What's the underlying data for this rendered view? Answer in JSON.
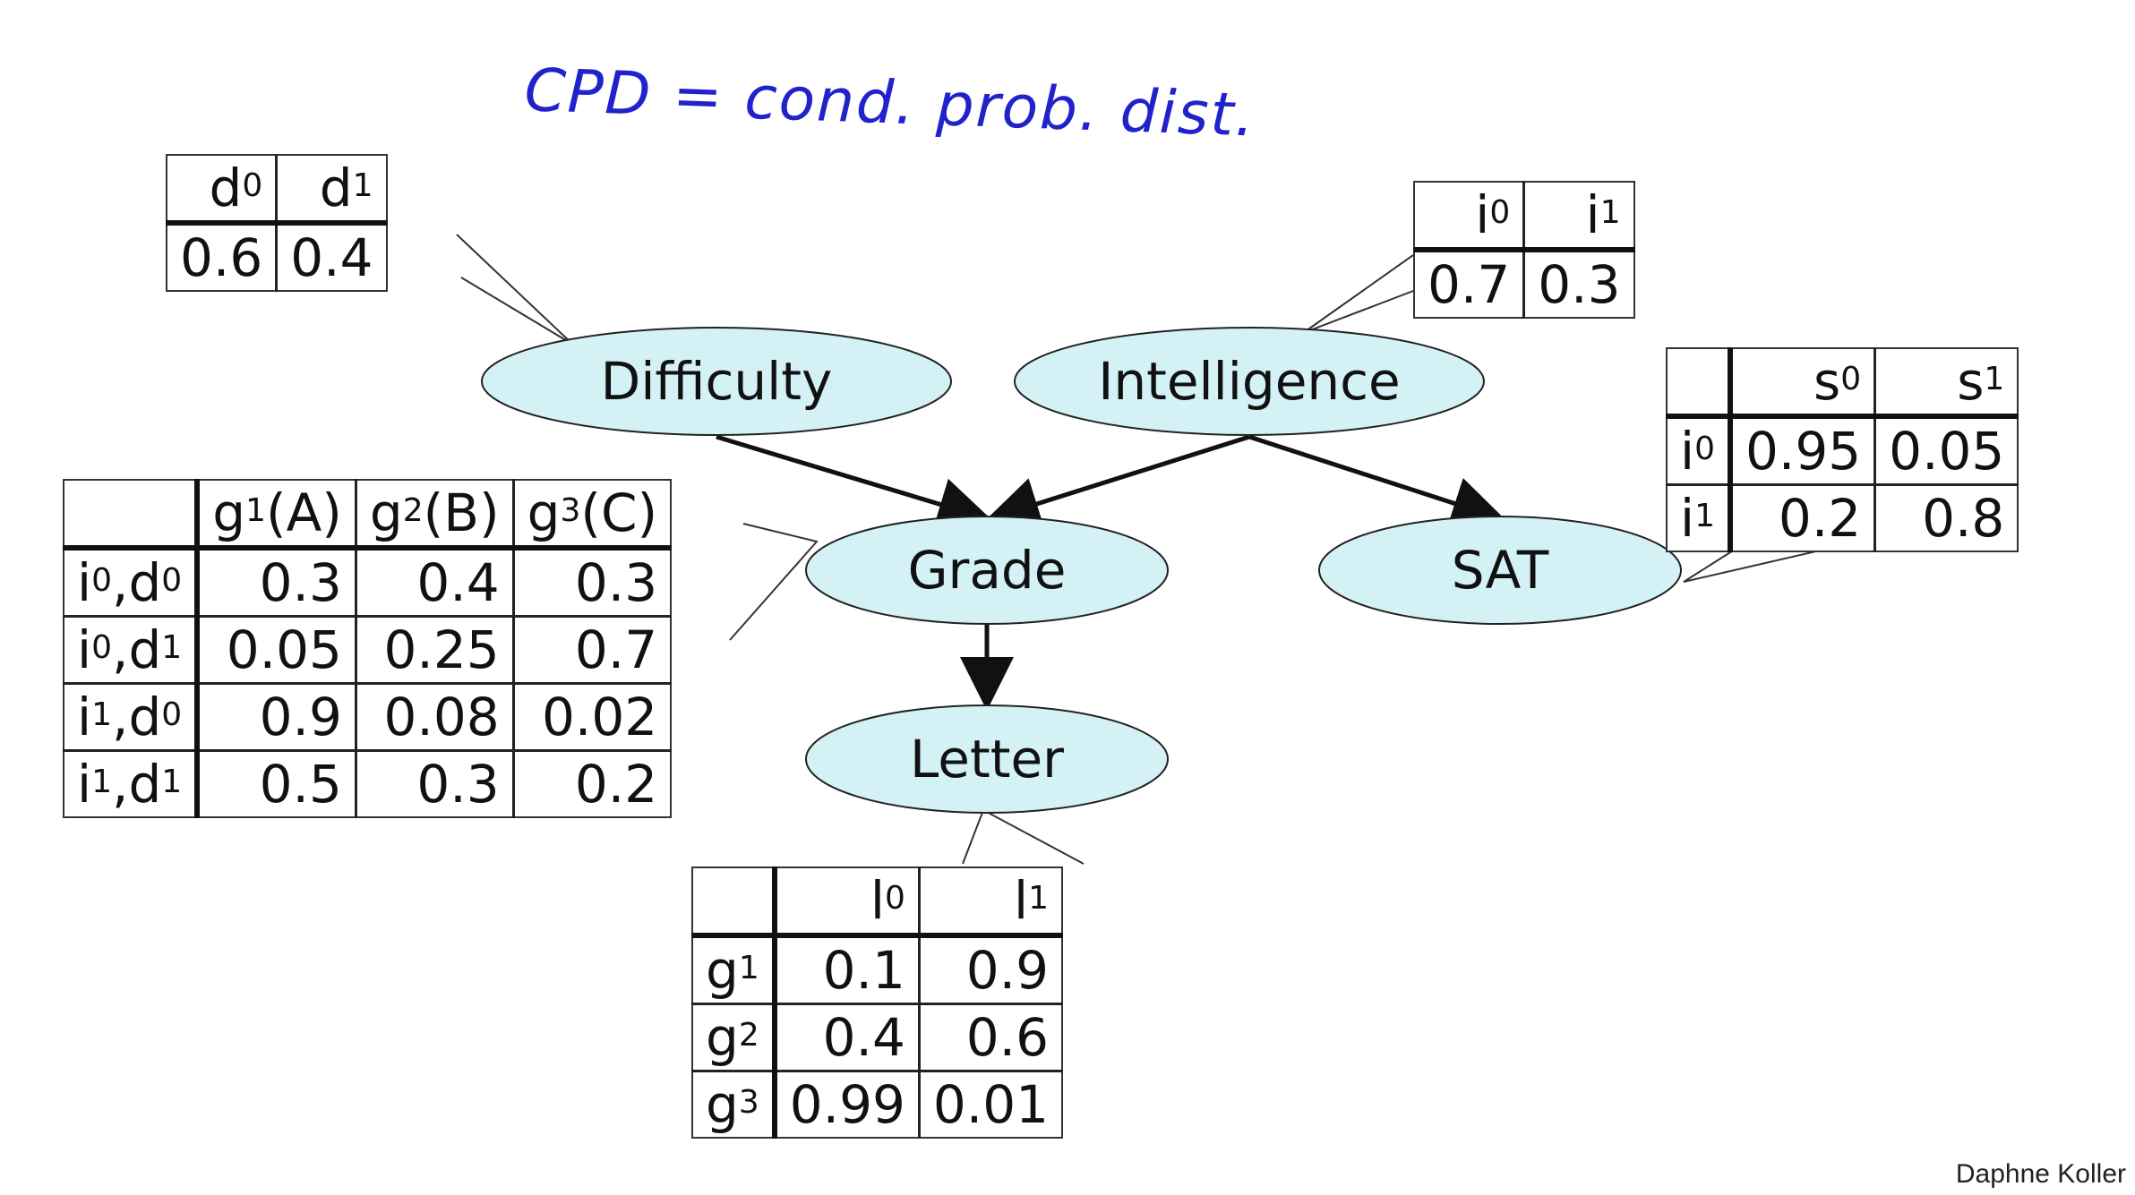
{
  "note": "CPD = cond. prob. dist.",
  "credit": "Daphne Koller",
  "nodes": {
    "difficulty": "Difficulty",
    "intelligence": "Intelligence",
    "grade": "Grade",
    "sat": "SAT",
    "letter": "Letter"
  },
  "edges": [
    {
      "from": "Difficulty",
      "to": "Grade"
    },
    {
      "from": "Intelligence",
      "to": "Grade"
    },
    {
      "from": "Intelligence",
      "to": "SAT"
    },
    {
      "from": "Grade",
      "to": "Letter"
    }
  ],
  "colors": {
    "node_fill": "#d4f1f5",
    "annotation": "#2222cc"
  },
  "cpd_difficulty": {
    "header": [
      {
        "v": "d",
        "s": "0"
      },
      {
        "v": "d",
        "s": "1"
      }
    ],
    "rows": [
      [
        "0.6",
        "0.4"
      ]
    ]
  },
  "cpd_intelligence": {
    "header": [
      {
        "v": "i",
        "s": "0"
      },
      {
        "v": "i",
        "s": "1"
      }
    ],
    "rows": [
      [
        "0.7",
        "0.3"
      ]
    ]
  },
  "cpd_sat": {
    "header": [
      {
        "v": "s",
        "s": "0"
      },
      {
        "v": "s",
        "s": "1"
      }
    ],
    "rows": [
      {
        "label": [
          {
            "v": "i",
            "s": "0"
          }
        ],
        "values": [
          "0.95",
          "0.05"
        ]
      },
      {
        "label": [
          {
            "v": "i",
            "s": "1"
          }
        ],
        "values": [
          "0.2",
          "0.8"
        ]
      }
    ]
  },
  "cpd_grade": {
    "header": [
      {
        "v": "g",
        "s": "1",
        "t": "(A)"
      },
      {
        "v": "g",
        "s": "2",
        "t": "(B)"
      },
      {
        "v": "g",
        "s": "3",
        "t": "(C)"
      }
    ],
    "rows": [
      {
        "label": [
          {
            "v": "i",
            "s": "0"
          },
          {
            "v": ",d",
            "s": "0"
          }
        ],
        "values": [
          "0.3",
          "0.4",
          "0.3"
        ]
      },
      {
        "label": [
          {
            "v": "i",
            "s": "0"
          },
          {
            "v": ",d",
            "s": "1"
          }
        ],
        "values": [
          "0.05",
          "0.25",
          "0.7"
        ]
      },
      {
        "label": [
          {
            "v": "i",
            "s": "1"
          },
          {
            "v": ",d",
            "s": "0"
          }
        ],
        "values": [
          "0.9",
          "0.08",
          "0.02"
        ]
      },
      {
        "label": [
          {
            "v": "i",
            "s": "1"
          },
          {
            "v": ",d",
            "s": "1"
          }
        ],
        "values": [
          "0.5",
          "0.3",
          "0.2"
        ]
      }
    ]
  },
  "cpd_letter": {
    "header": [
      {
        "v": "l",
        "s": "0"
      },
      {
        "v": "l",
        "s": "1"
      }
    ],
    "rows": [
      {
        "label": [
          {
            "v": "g",
            "s": "1"
          }
        ],
        "values": [
          "0.1",
          "0.9"
        ]
      },
      {
        "label": [
          {
            "v": "g",
            "s": "2"
          }
        ],
        "values": [
          "0.4",
          "0.6"
        ]
      },
      {
        "label": [
          {
            "v": "g",
            "s": "3"
          }
        ],
        "values": [
          "0.99",
          "0.01"
        ]
      }
    ]
  }
}
